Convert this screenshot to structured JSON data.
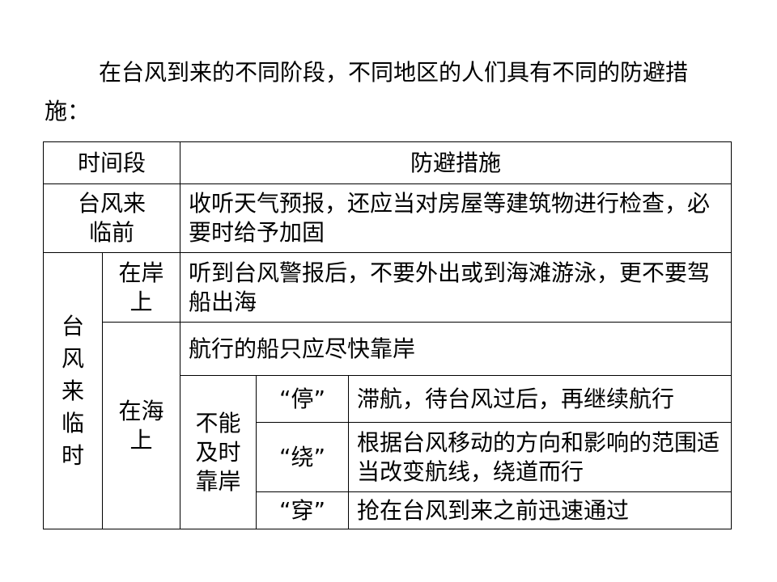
{
  "intro": "在台风到来的不同阶段，不同地区的人们具有不同的防避措施：",
  "table": {
    "headers": [
      "时间段",
      "防避措施"
    ],
    "before": {
      "period": "台风来\n临前",
      "measure": "收听天气预报，还应当对房屋等建筑物进行检查，必要时给予加固"
    },
    "during": {
      "period": "台\n风\n来\n临\n时",
      "onshore": {
        "place": "在岸\n上",
        "measure": "听到台风警报后，不要外出或到海滩游泳，更不要驾船出海"
      },
      "atsea": {
        "place": "在海\n上",
        "measure": "航行的船只应尽快靠岸",
        "cannot_dock": {
          "label": "不能\n及时\n靠岸",
          "options": [
            {
              "key": "“停”",
              "measure": "滞航，待台风过后，再继续航行"
            },
            {
              "key": "“绕”",
              "measure": "根据台风移动的方向和影响的范围适当改变航线，绕道而行"
            },
            {
              "key": "“穿”",
              "measure": "抢在台风到来之前迅速通过"
            }
          ]
        }
      }
    }
  }
}
